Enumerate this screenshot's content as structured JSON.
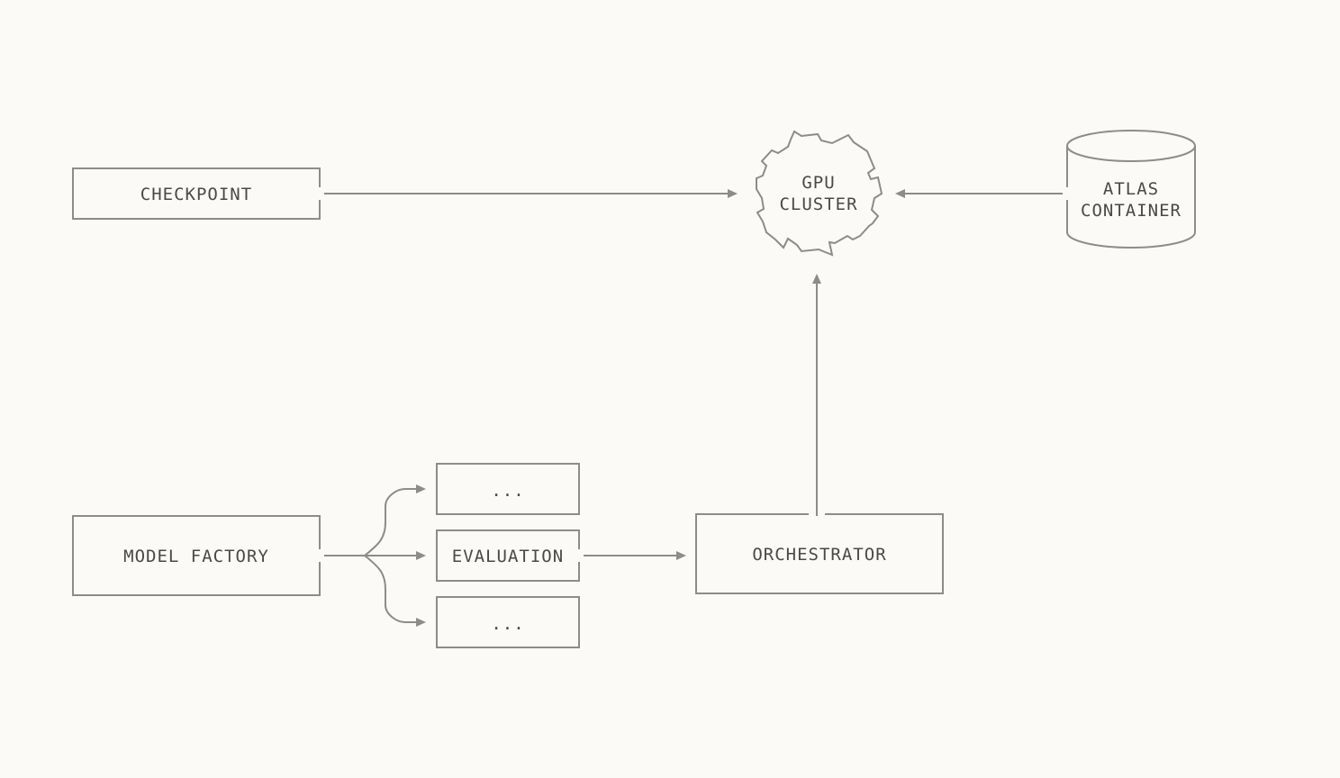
{
  "diagram": {
    "nodes": {
      "checkpoint": "CHECKPOINT",
      "gpu_cluster_line1": "GPU",
      "gpu_cluster_line2": "CLUSTER",
      "atlas_line1": "ATLAS",
      "atlas_line2": "CONTAINER",
      "model_factory": "MODEL FACTORY",
      "ellipsis_top": "...",
      "evaluation": "EVALUATION",
      "ellipsis_bottom": "...",
      "orchestrator": "ORCHESTRATOR"
    },
    "edges": [
      {
        "from": "CHECKPOINT",
        "to": "GPU CLUSTER"
      },
      {
        "from": "ATLAS CONTAINER",
        "to": "GPU CLUSTER"
      },
      {
        "from": "ORCHESTRATOR",
        "to": "GPU CLUSTER"
      },
      {
        "from": "MODEL FACTORY",
        "to": "..."
      },
      {
        "from": "MODEL FACTORY",
        "to": "EVALUATION"
      },
      {
        "from": "MODEL FACTORY",
        "to": "..."
      },
      {
        "from": "EVALUATION",
        "to": "ORCHESTRATOR"
      }
    ],
    "colors": {
      "background": "#fbfaf6",
      "stroke": "#8e8c88",
      "text": "#4a4946"
    }
  }
}
